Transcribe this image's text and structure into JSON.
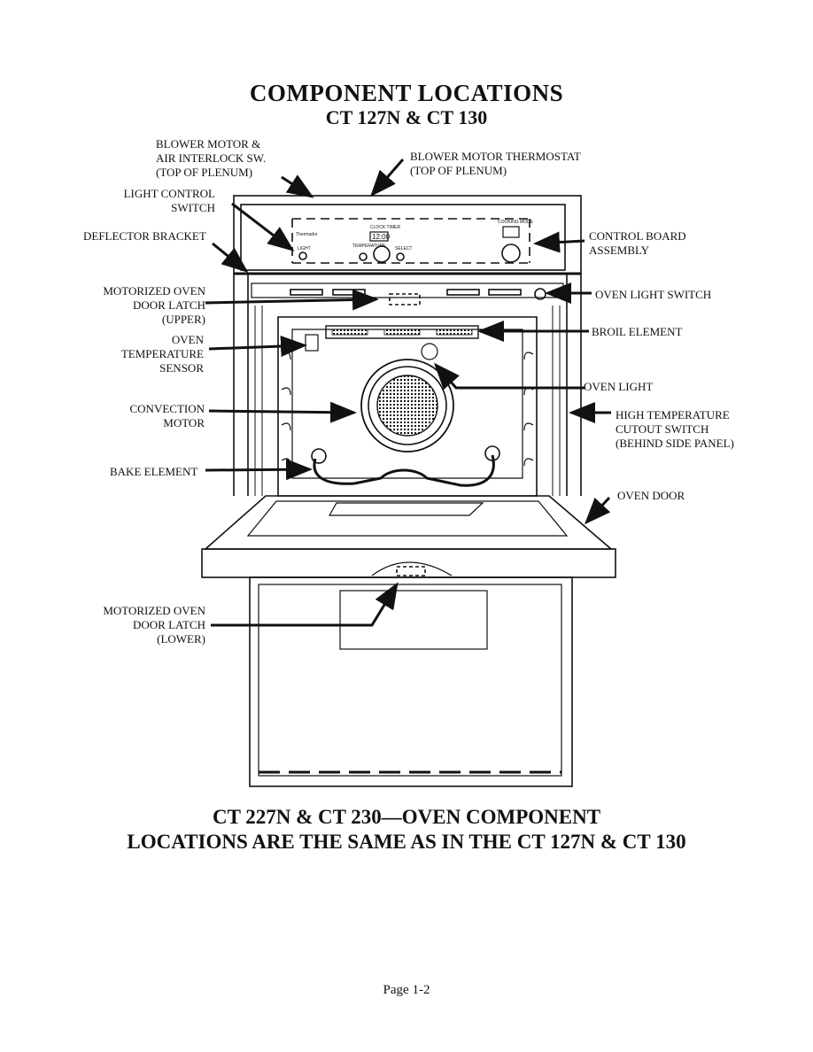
{
  "title": "COMPONENT LOCATIONS",
  "subtitle": "CT 127N & CT 130",
  "labels": {
    "blower_motor": "BLOWER MOTOR &\nAIR INTERLOCK SW.\n(TOP OF PLENUM)",
    "blower_thermostat": "BLOWER MOTOR THERMOSTAT\n(TOP OF PLENUM)",
    "light_control": "LIGHT CONTROL\nSWITCH",
    "deflector": "DEFLECTOR BRACKET",
    "control_board": "CONTROL BOARD\nASSEMBLY",
    "latch_upper": "MOTORIZED OVEN\nDOOR LATCH\n(UPPER)",
    "oven_light_switch": "OVEN LIGHT SWITCH",
    "broil": "BROIL ELEMENT",
    "temp_sensor": "OVEN\nTEMPERATURE\nSENSOR",
    "oven_light": "OVEN LIGHT",
    "convection": "CONVECTION\nMOTOR",
    "high_temp": "HIGH TEMPERATURE\nCUTOUT SWITCH\n(BEHIND SIDE PANEL)",
    "bake": "BAKE ELEMENT",
    "oven_door": "OVEN DOOR",
    "latch_lower": "MOTORIZED OVEN\nDOOR LATCH\n(LOWER)"
  },
  "panel": {
    "clock": "12:00",
    "clock_caption": "CLOCK TIMER",
    "light_caption": "LIGHT",
    "select_caption": "SELECT",
    "temp_caption": "TEMPERATURE",
    "mode_caption": "COOKING MODE",
    "brand": "Thermador"
  },
  "footer_line1": "CT 227N & CT 230—OVEN COMPONENT",
  "footer_line2": "LOCATIONS ARE THE SAME AS IN THE CT 127N & CT 130",
  "page_number": "Page 1-2"
}
